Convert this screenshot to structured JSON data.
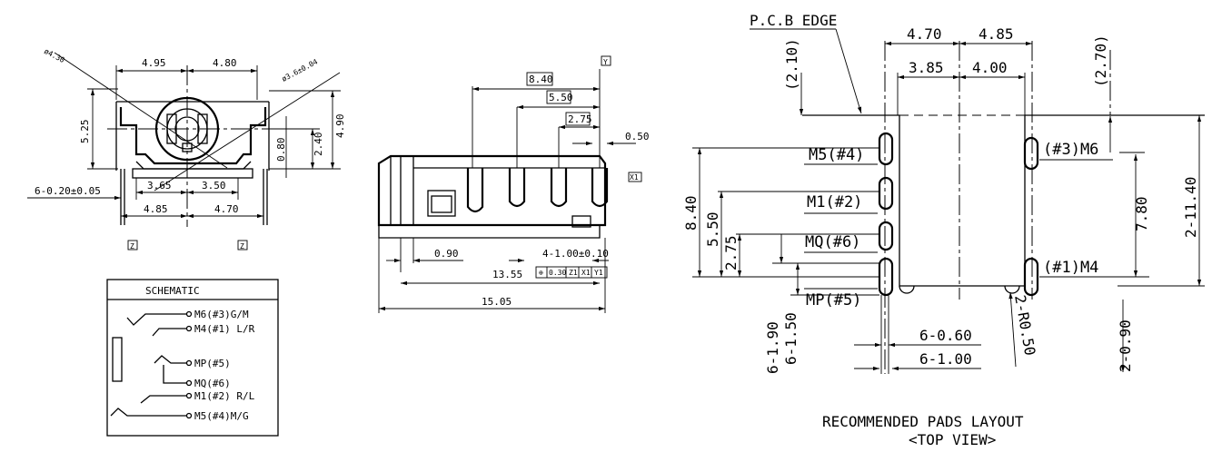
{
  "front_view": {
    "dim_top_left": "4.95",
    "dim_top_right": "4.80",
    "dia_left": "ø4.30",
    "dia_right": "ø3.6±0.04",
    "dim_height_left": "5.25",
    "dim_height_right": "4.90",
    "dim_240": "2.40",
    "dim_080": "0.80",
    "dim_bot_left": "3.65",
    "dim_bot_right": "3.50",
    "dim_bot2_left": "4.85",
    "dim_bot2_right": "4.70",
    "pin_note": "6-0.20±0.05",
    "datum_left": "Z",
    "datum_right": "Z"
  },
  "side_view": {
    "dim_840": "8.40",
    "dim_550": "5.50",
    "dim_275": "2.75",
    "dim_050": "0.50",
    "datum_top": "Y",
    "datum_x": "X1",
    "dim_090": "0.90",
    "pin_note": "4-1.00±0.10",
    "dim_1355": "13.55",
    "tolerance_frame": [
      "⊕",
      "0.30",
      "Z1",
      "X1",
      "Y1"
    ],
    "dim_1505": "15.05"
  },
  "schematic": {
    "title": "SCHEMATIC",
    "pins": [
      "M6(#3)G/M",
      "M4(#1) L/R",
      "MP(#5)",
      "MQ(#6)",
      "M1(#2) R/L",
      "M5(#4)M/G"
    ]
  },
  "pads_layout": {
    "pcb_edge": "P.C.B EDGE",
    "top_dims": [
      "4.70",
      "4.85",
      "3.85",
      "4.00"
    ],
    "dim_210": "(2.10)",
    "dim_270": "(2.70)",
    "pad_labels_left": [
      "M5(#4)",
      "M1(#2)",
      "MQ(#6)",
      "MP(#5)"
    ],
    "pad_labels_right": [
      "(#3)M6",
      "(#1)M4"
    ],
    "dim_840": "8.40",
    "dim_550": "5.50",
    "dim_275": "2.75",
    "dim_780": "7.80",
    "dim_1140": "2-11.40",
    "dim_190": "6-1.90",
    "dim_150": "6-1.50",
    "dim_060": "6-0.60",
    "dim_100": "6-1.00",
    "dim_r050": "2-R0.50",
    "dim_090": "2-0.90",
    "caption_line1": "RECOMMENDED PADS LAYOUT",
    "caption_line2": "<TOP VIEW>"
  }
}
